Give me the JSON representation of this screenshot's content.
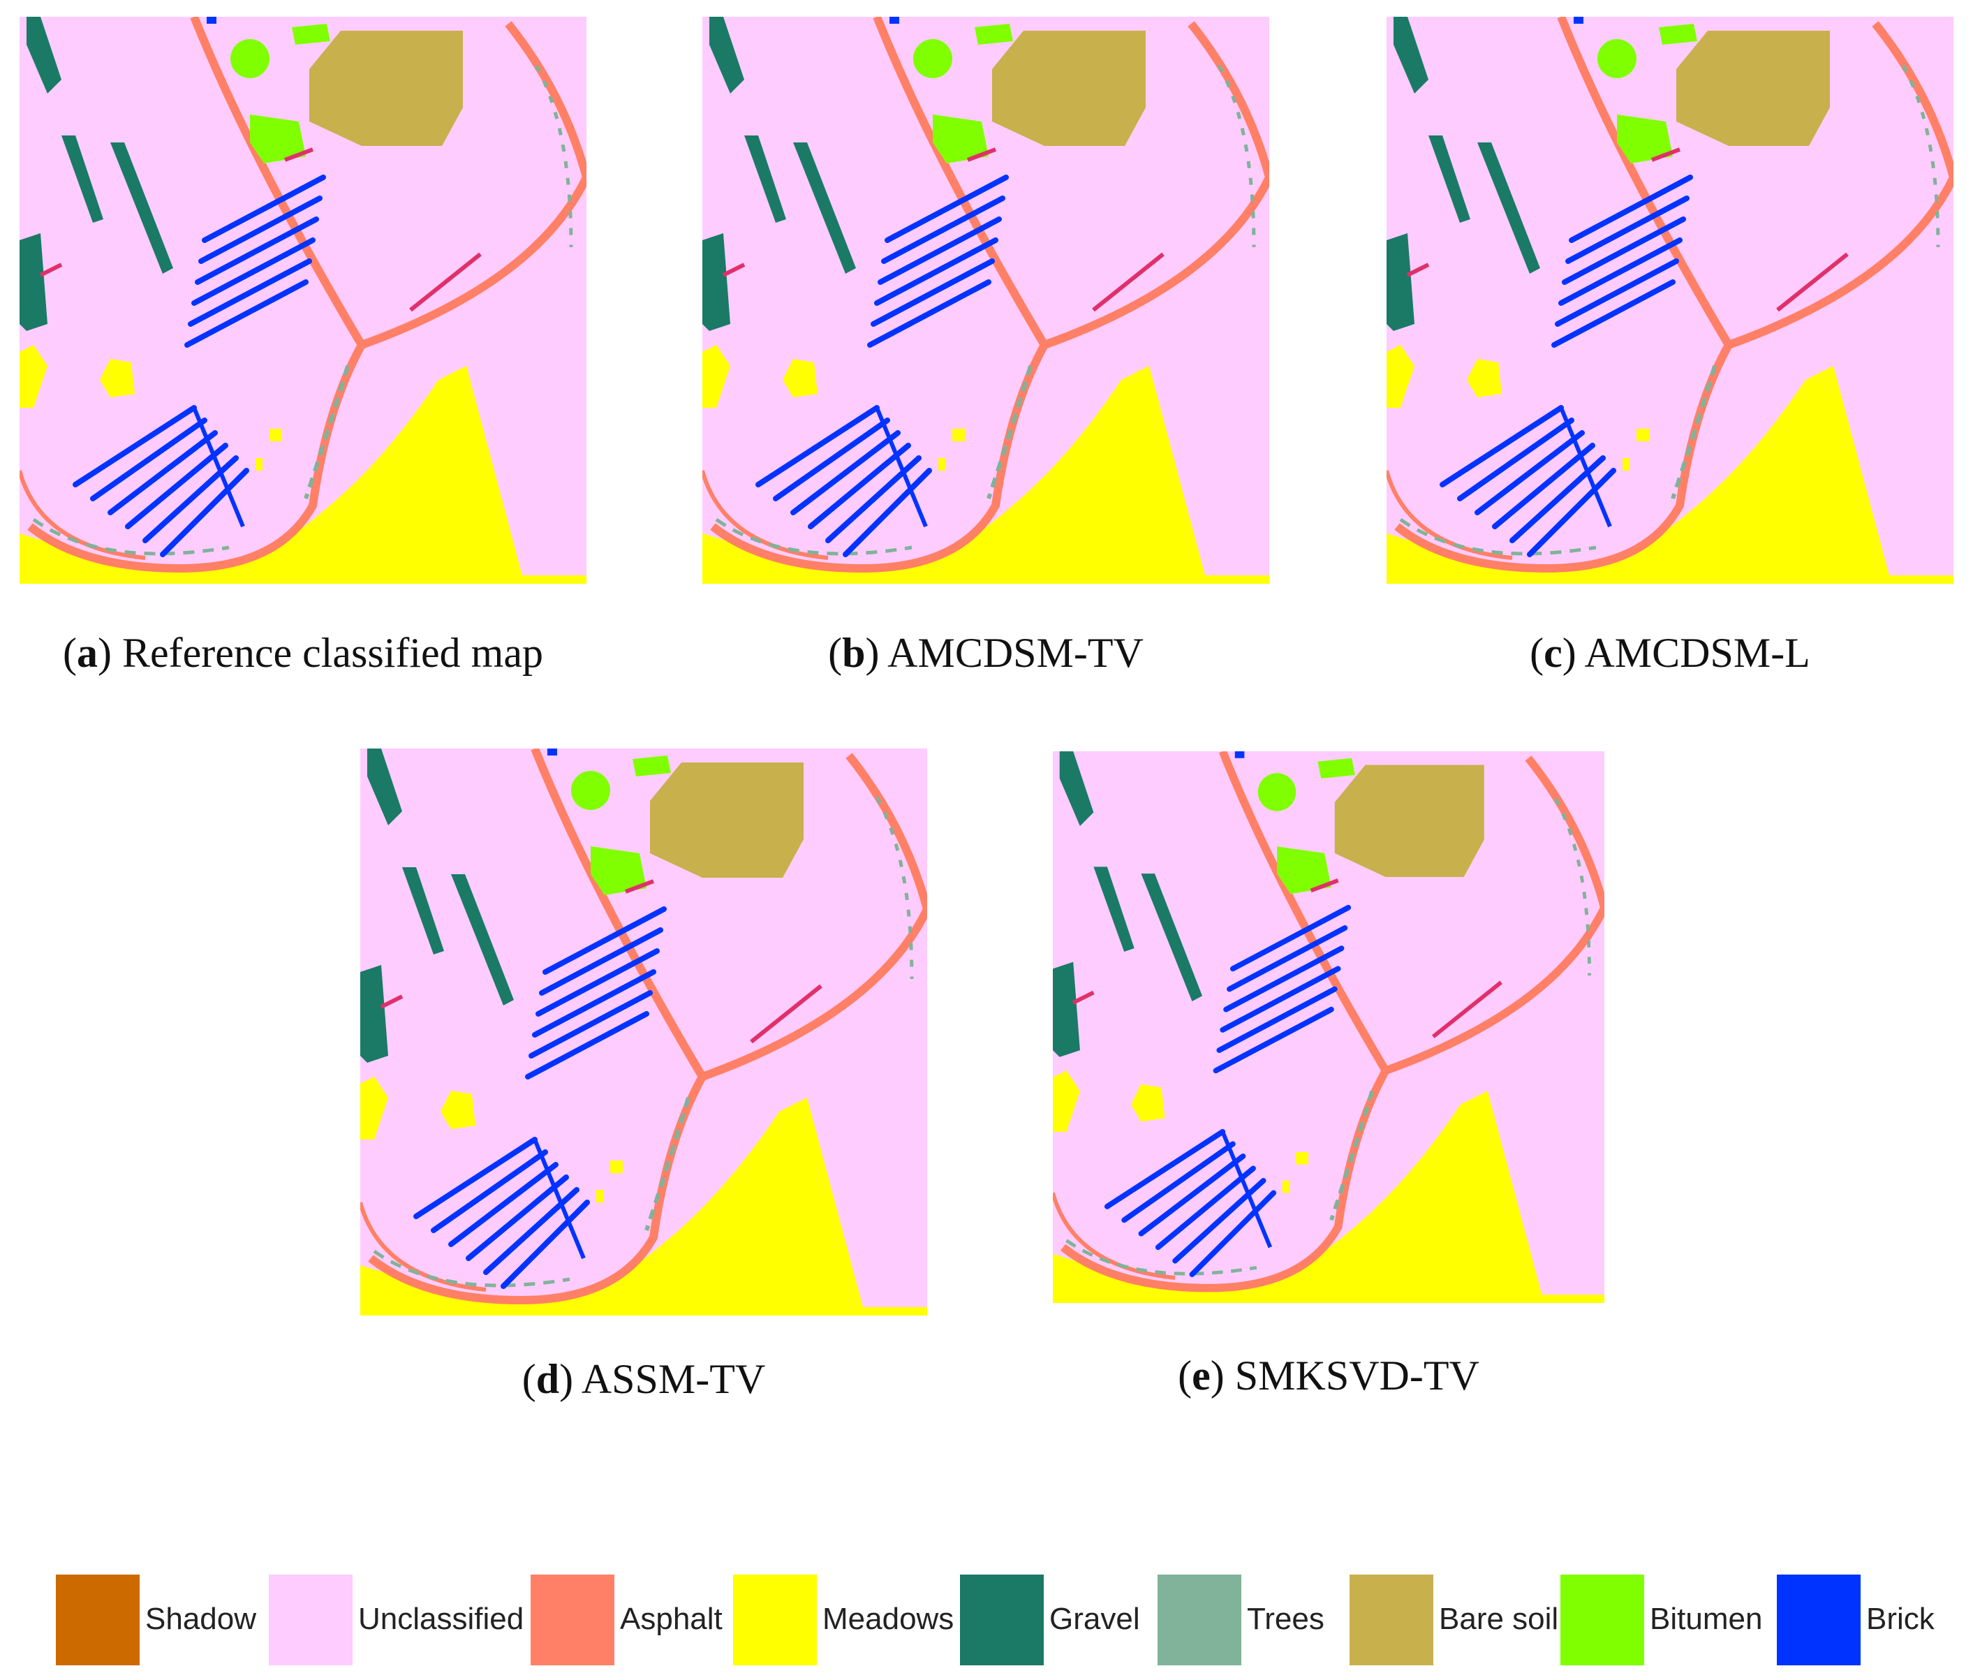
{
  "colors": {
    "shadow": "#cc6a00",
    "unclassified": "#ffccff",
    "asphalt": "#ff8066",
    "meadows": "#ffff00",
    "gravel": "#1a7a66",
    "trees": "#80b399",
    "bare_soil": "#c8b04c",
    "bitumen": "#80ff00",
    "brick": "#0033ff",
    "painted_metal": "#e0306a"
  },
  "panels": [
    {
      "letter": "a",
      "title": "Reference classified map"
    },
    {
      "letter": "b",
      "title": "AMCDSM-TV"
    },
    {
      "letter": "c",
      "title": "AMCDSM-L"
    },
    {
      "letter": "d",
      "title": "ASSM-TV"
    },
    {
      "letter": "e",
      "title": "SMKSVD-TV"
    }
  ],
  "legend": [
    {
      "label": "Shadow",
      "color": "#cc6a00"
    },
    {
      "label": "Unclassified",
      "color": "#ffccff"
    },
    {
      "label": "Asphalt",
      "color": "#ff8066"
    },
    {
      "label": "Meadows",
      "color": "#ffff00"
    },
    {
      "label": "Gravel",
      "color": "#1a7a66"
    },
    {
      "label": "Trees",
      "color": "#80b399"
    },
    {
      "label": "Bare soil",
      "color": "#c8b04c"
    },
    {
      "label": "Bitumen",
      "color": "#80ff00"
    },
    {
      "label": "Brick",
      "color": "#0033ff"
    }
  ]
}
